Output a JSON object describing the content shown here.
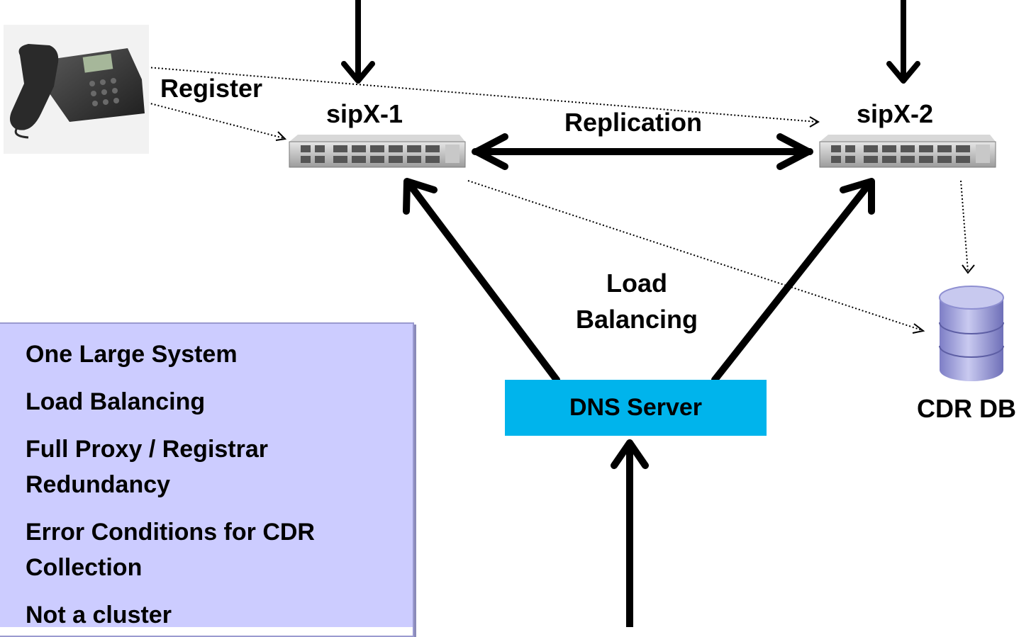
{
  "colors": {
    "dns_box": "#00b4ec",
    "panel_bg": "#ccccff",
    "arrow": "#000000",
    "db_top": "#c8c9ef",
    "db_body": "#8e8fd1"
  },
  "nodes": {
    "phone": {
      "icon": "desk-phone-icon"
    },
    "sipx1": {
      "label": "sipX-1",
      "icon": "rack-server-icon"
    },
    "sipx2": {
      "label": "sipX-2",
      "icon": "rack-server-icon"
    },
    "cdr_db": {
      "label": "CDR DB",
      "icon": "database-icon"
    },
    "dns": {
      "label": "DNS Server"
    }
  },
  "edges": {
    "register": "Register",
    "replication": "Replication",
    "load_balancing": "Load\nBalancing"
  },
  "panel": {
    "items": [
      "One Large System",
      "Load Balancing",
      "Full Proxy / Registrar\nRedundancy",
      "Error Conditions for CDR\nCollection",
      "Not a cluster"
    ]
  }
}
